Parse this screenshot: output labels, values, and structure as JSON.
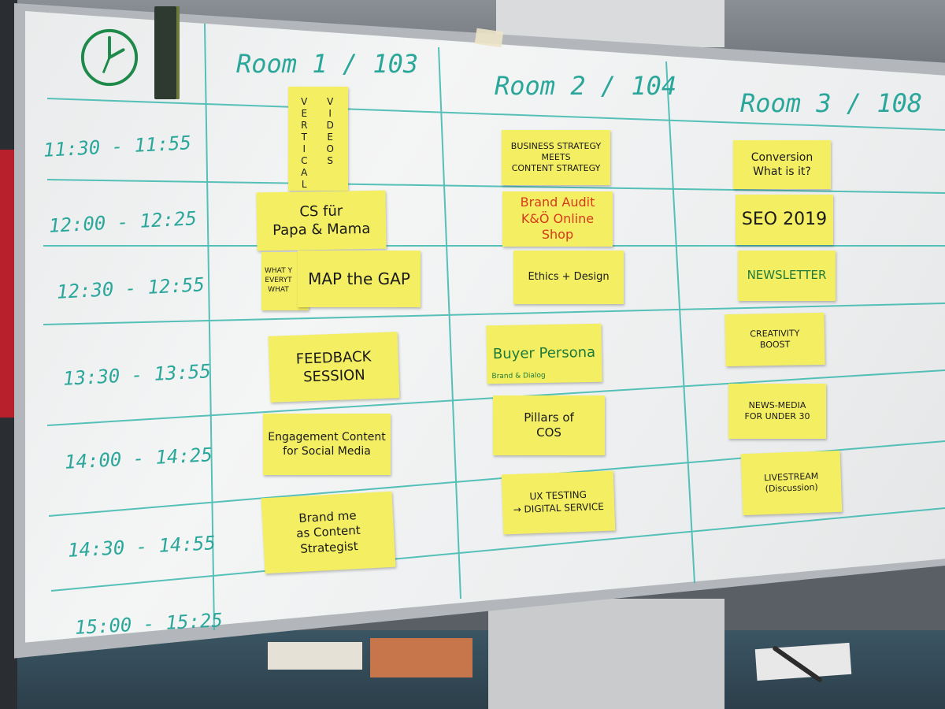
{
  "rooms": [
    {
      "label": "Room 1 / 103"
    },
    {
      "label": "Room 2 / 104"
    },
    {
      "label": "Room 3 / 108"
    }
  ],
  "times": [
    "11:30 - 11:55",
    "12:00 - 12:25",
    "12:30 - 12:55",
    "13:30 - 13:55",
    "14:00 - 14:25",
    "14:30 - 14:55",
    "15:00 - 15:25"
  ],
  "notes": {
    "vertical_videos": {
      "col1": "V\nE\nR\nT\nI\nC\nA\nL",
      "col2": "V\nI\nD\nE\nO\nS"
    },
    "cs_fuer": "CS für\nPapa & Mama",
    "what_overlap": "WHAT Y\nEVERYT\nWHAT",
    "map_the_gap": "MAP the GAP",
    "feedback": "FEEDBACK\nSESSION",
    "engagement": "Engagement Content\nfor Social Media",
    "brand_me": "Brand me\nas Content Strategist",
    "business_strategy": "BUSINESS STRATEGY\nMEETS\nCONTENT STRATEGY",
    "brand_audit": "Brand Audit\nK&Ö Online Shop",
    "ethics": "Ethics + Design",
    "buyer_persona": "Buyer Persona",
    "buyer_persona_sub": "Brand & Dialog",
    "pillars": "Pillars of\nCOS",
    "ux_testing": "UX TESTING\n→ DIGITAL SERVICE",
    "conversion": "Conversion\nWhat is it?",
    "seo": "SEO 2019",
    "newsletter": "NEWSLETTER",
    "creativity": "CREATIVITY\nBOOST",
    "news_media": "NEWS-MEDIA\nFOR UNDER 30",
    "livestream": "LIVESTREAM\n(Discussion)"
  },
  "colors": {
    "marker": "#2aa79a",
    "note_yellow": "#f4ee62",
    "clock_green": "#1e8a4a"
  }
}
